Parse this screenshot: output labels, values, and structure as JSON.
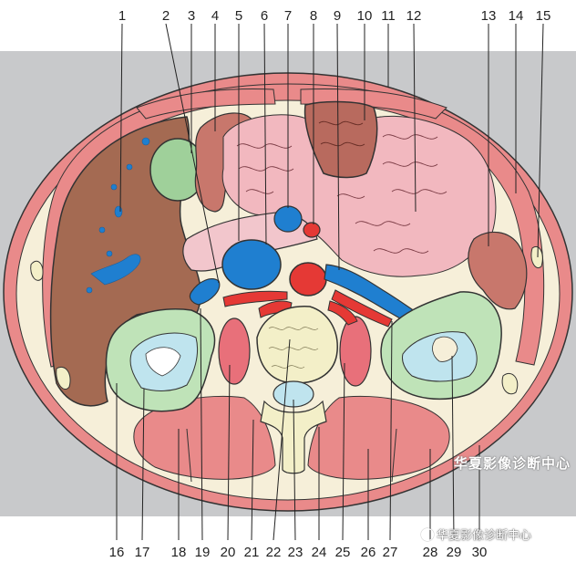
{
  "labels_top": [
    "1",
    "2",
    "3",
    "4",
    "5",
    "6",
    "7",
    "8",
    "9",
    "10",
    "11",
    "12",
    "13",
    "14",
    "15"
  ],
  "labels_bottom": [
    "16",
    "17",
    "18",
    "19",
    "20",
    "21",
    "22",
    "23",
    "24",
    "25",
    "26",
    "27",
    "28",
    "29",
    "30"
  ],
  "watermark": "华夏影像诊断中心",
  "watermark_small": "华夏影像诊断中心",
  "colors": {
    "background_band": "#c8c9cb",
    "fat": "#f6efd9",
    "skin_muscle": "#e98a8a",
    "liver": "#a46a52",
    "gallbladder": "#9fd09a",
    "kidney": "#bfe3b8",
    "kidney_inner": "#bfe4ee",
    "vein": "#1f7fd0",
    "artery": "#e53935",
    "bowel": "#f2b8bf",
    "stomach": "#b86a5e",
    "vertebra": "#f3efc8"
  }
}
